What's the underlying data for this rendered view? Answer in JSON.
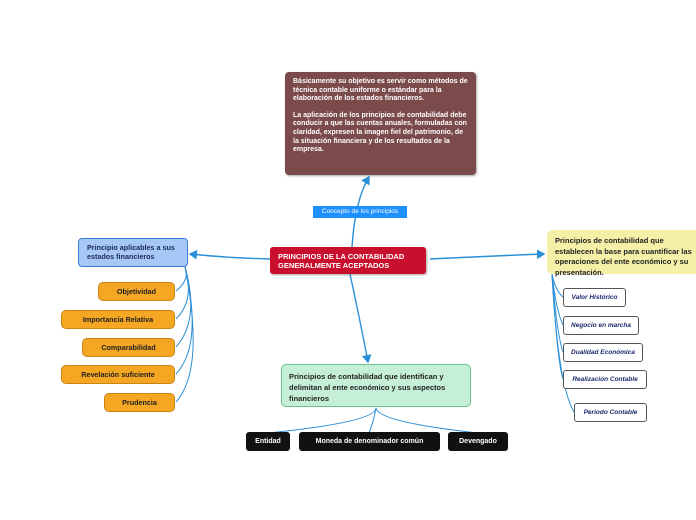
{
  "central": {
    "label": "PRINCIPIOS DE LA CONTABILIDAD GENERALMENTE ACEPTADOS"
  },
  "top": {
    "connector_label": "Concepto de los principios",
    "paragraph1": "Básicamente su objetivo es servir como métodos de técnica contable uniforme o estándar para la elaboración de los estados financieros.",
    "paragraph2": "La aplicación de los principios de contabilidad debe conducir a que las cuentas anuales, formuladas con claridad, expresen la imagen fiel del patrimonio, de la situación financiera y de los resultados de la empresa."
  },
  "left": {
    "label": "Principio aplicables a sus estados financieros",
    "children": [
      "Objetividad",
      "Importancia Relativa",
      "Comparabilidad",
      "Revelación suficiente",
      "Prudencia"
    ]
  },
  "right": {
    "label": "Principios de contabilidad que establecen la base para cuantificar las operaciones del ente económico y su presentación.",
    "children": [
      "Valor Histórico",
      "Negocio en marcha",
      "Dualidad Económica",
      "Realización Contable",
      "Periodo Contable"
    ]
  },
  "bottom": {
    "label": "Principios de contabilidad que identifican y delimitan al ente económico y sus aspectos financieros",
    "children": [
      "Entidad",
      "Moneda de denominador común",
      "Devengado"
    ]
  },
  "colors": {
    "connector": "#2a8fd6",
    "central": "#c8102e",
    "top_box": "#7b4a4a",
    "left_box": "#a7c8f7",
    "orange_nodes": "#f5a623",
    "right_box": "#f5f0a8",
    "bottom_box": "#c6efd8",
    "dark_nodes": "#111111"
  }
}
